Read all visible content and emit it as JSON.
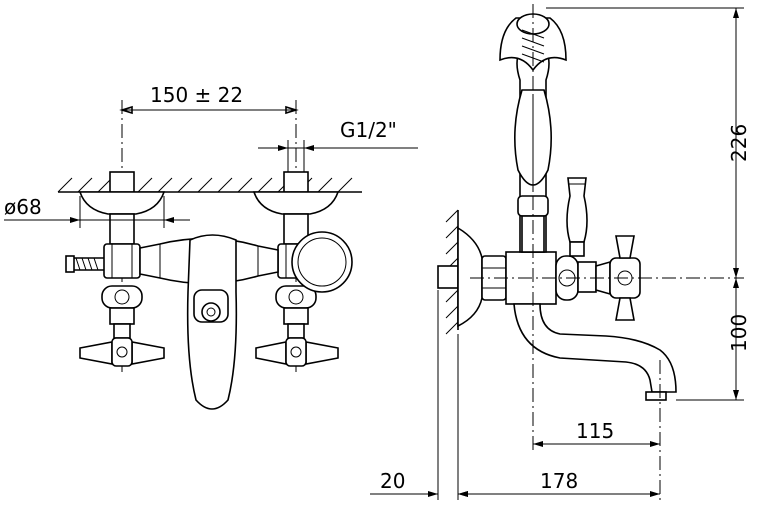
{
  "dimensions": {
    "spacing": "150 ± 22",
    "thread": "G1/2\"",
    "rosette_diameter": "ø68",
    "height_total": "226",
    "height_spout": "100",
    "spout_reach": "115",
    "projection": "178",
    "wall_offset": "20"
  }
}
